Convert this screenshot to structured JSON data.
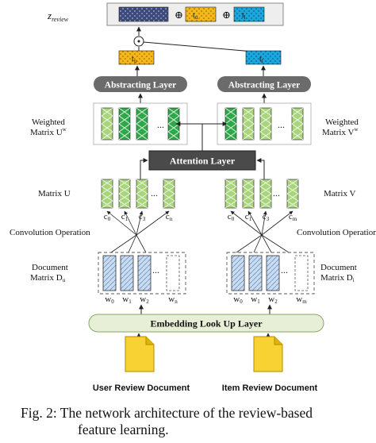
{
  "labels": {
    "z_review": "z",
    "z_review_sub": "review",
    "tu": "t",
    "tu_sub": "u",
    "ti": "t",
    "ti_sub": "i",
    "oplus": "⊕",
    "odot": "⊙",
    "abstracting_left": "Abstracting Layer",
    "abstracting_right": "Abstracting Layer",
    "weighted_u_1": "Weighted",
    "weighted_u_2": "Matrix U",
    "weighted_u_sup": "w",
    "weighted_v_1": "Weighted",
    "weighted_v_2": "Matrix V",
    "weighted_v_sup": "w",
    "attention": "Attention Layer",
    "matrix_u": "Matrix U",
    "matrix_v": "Matrix V",
    "conv_left": "Convolution Operation",
    "conv_right": "Convolution Operation",
    "doc_u_1": "Document",
    "doc_u_2": "Matrix D",
    "doc_u_sub": "u",
    "doc_i_1": "Document",
    "doc_i_2": "Matrix D",
    "doc_i_sub": "i",
    "embedding": "Embedding Look Up Layer",
    "user_doc": "User Review Document",
    "item_doc": "Item Review Document",
    "dots": "...",
    "c_left": [
      {
        "b": "c",
        "s": "0"
      },
      {
        "b": "c",
        "s": "1"
      },
      {
        "b": "c",
        "s": "3"
      },
      {
        "b": "c",
        "s": "n"
      }
    ],
    "c_right": [
      {
        "b": "c",
        "s": "0"
      },
      {
        "b": "c",
        "s": "1"
      },
      {
        "b": "c",
        "s": "3"
      },
      {
        "b": "c",
        "s": "m"
      }
    ],
    "w_left": [
      {
        "b": "w",
        "s": "0"
      },
      {
        "b": "w",
        "s": "1"
      },
      {
        "b": "w",
        "s": "2"
      },
      {
        "b": "w",
        "s": "n"
      }
    ],
    "w_right": [
      {
        "b": "w",
        "s": "0"
      },
      {
        "b": "w",
        "s": "1"
      },
      {
        "b": "w",
        "s": "2"
      },
      {
        "b": "w",
        "s": "m"
      }
    ]
  },
  "caption": {
    "line1": "Fig. 2: The network architecture of the review-based",
    "line2": "feature learning."
  },
  "colors": {
    "navy": "#3d4a78",
    "amber": "#f5b81a",
    "cyan": "#19a7dd",
    "green_light": "#a8d47a",
    "green_dark": "#2fa84a",
    "layer_grey": "#6b6b6b",
    "embed_fill": "#e7f0d6",
    "doc_yellow": "#f7d232",
    "doc_blue": "#c9dcf0"
  }
}
